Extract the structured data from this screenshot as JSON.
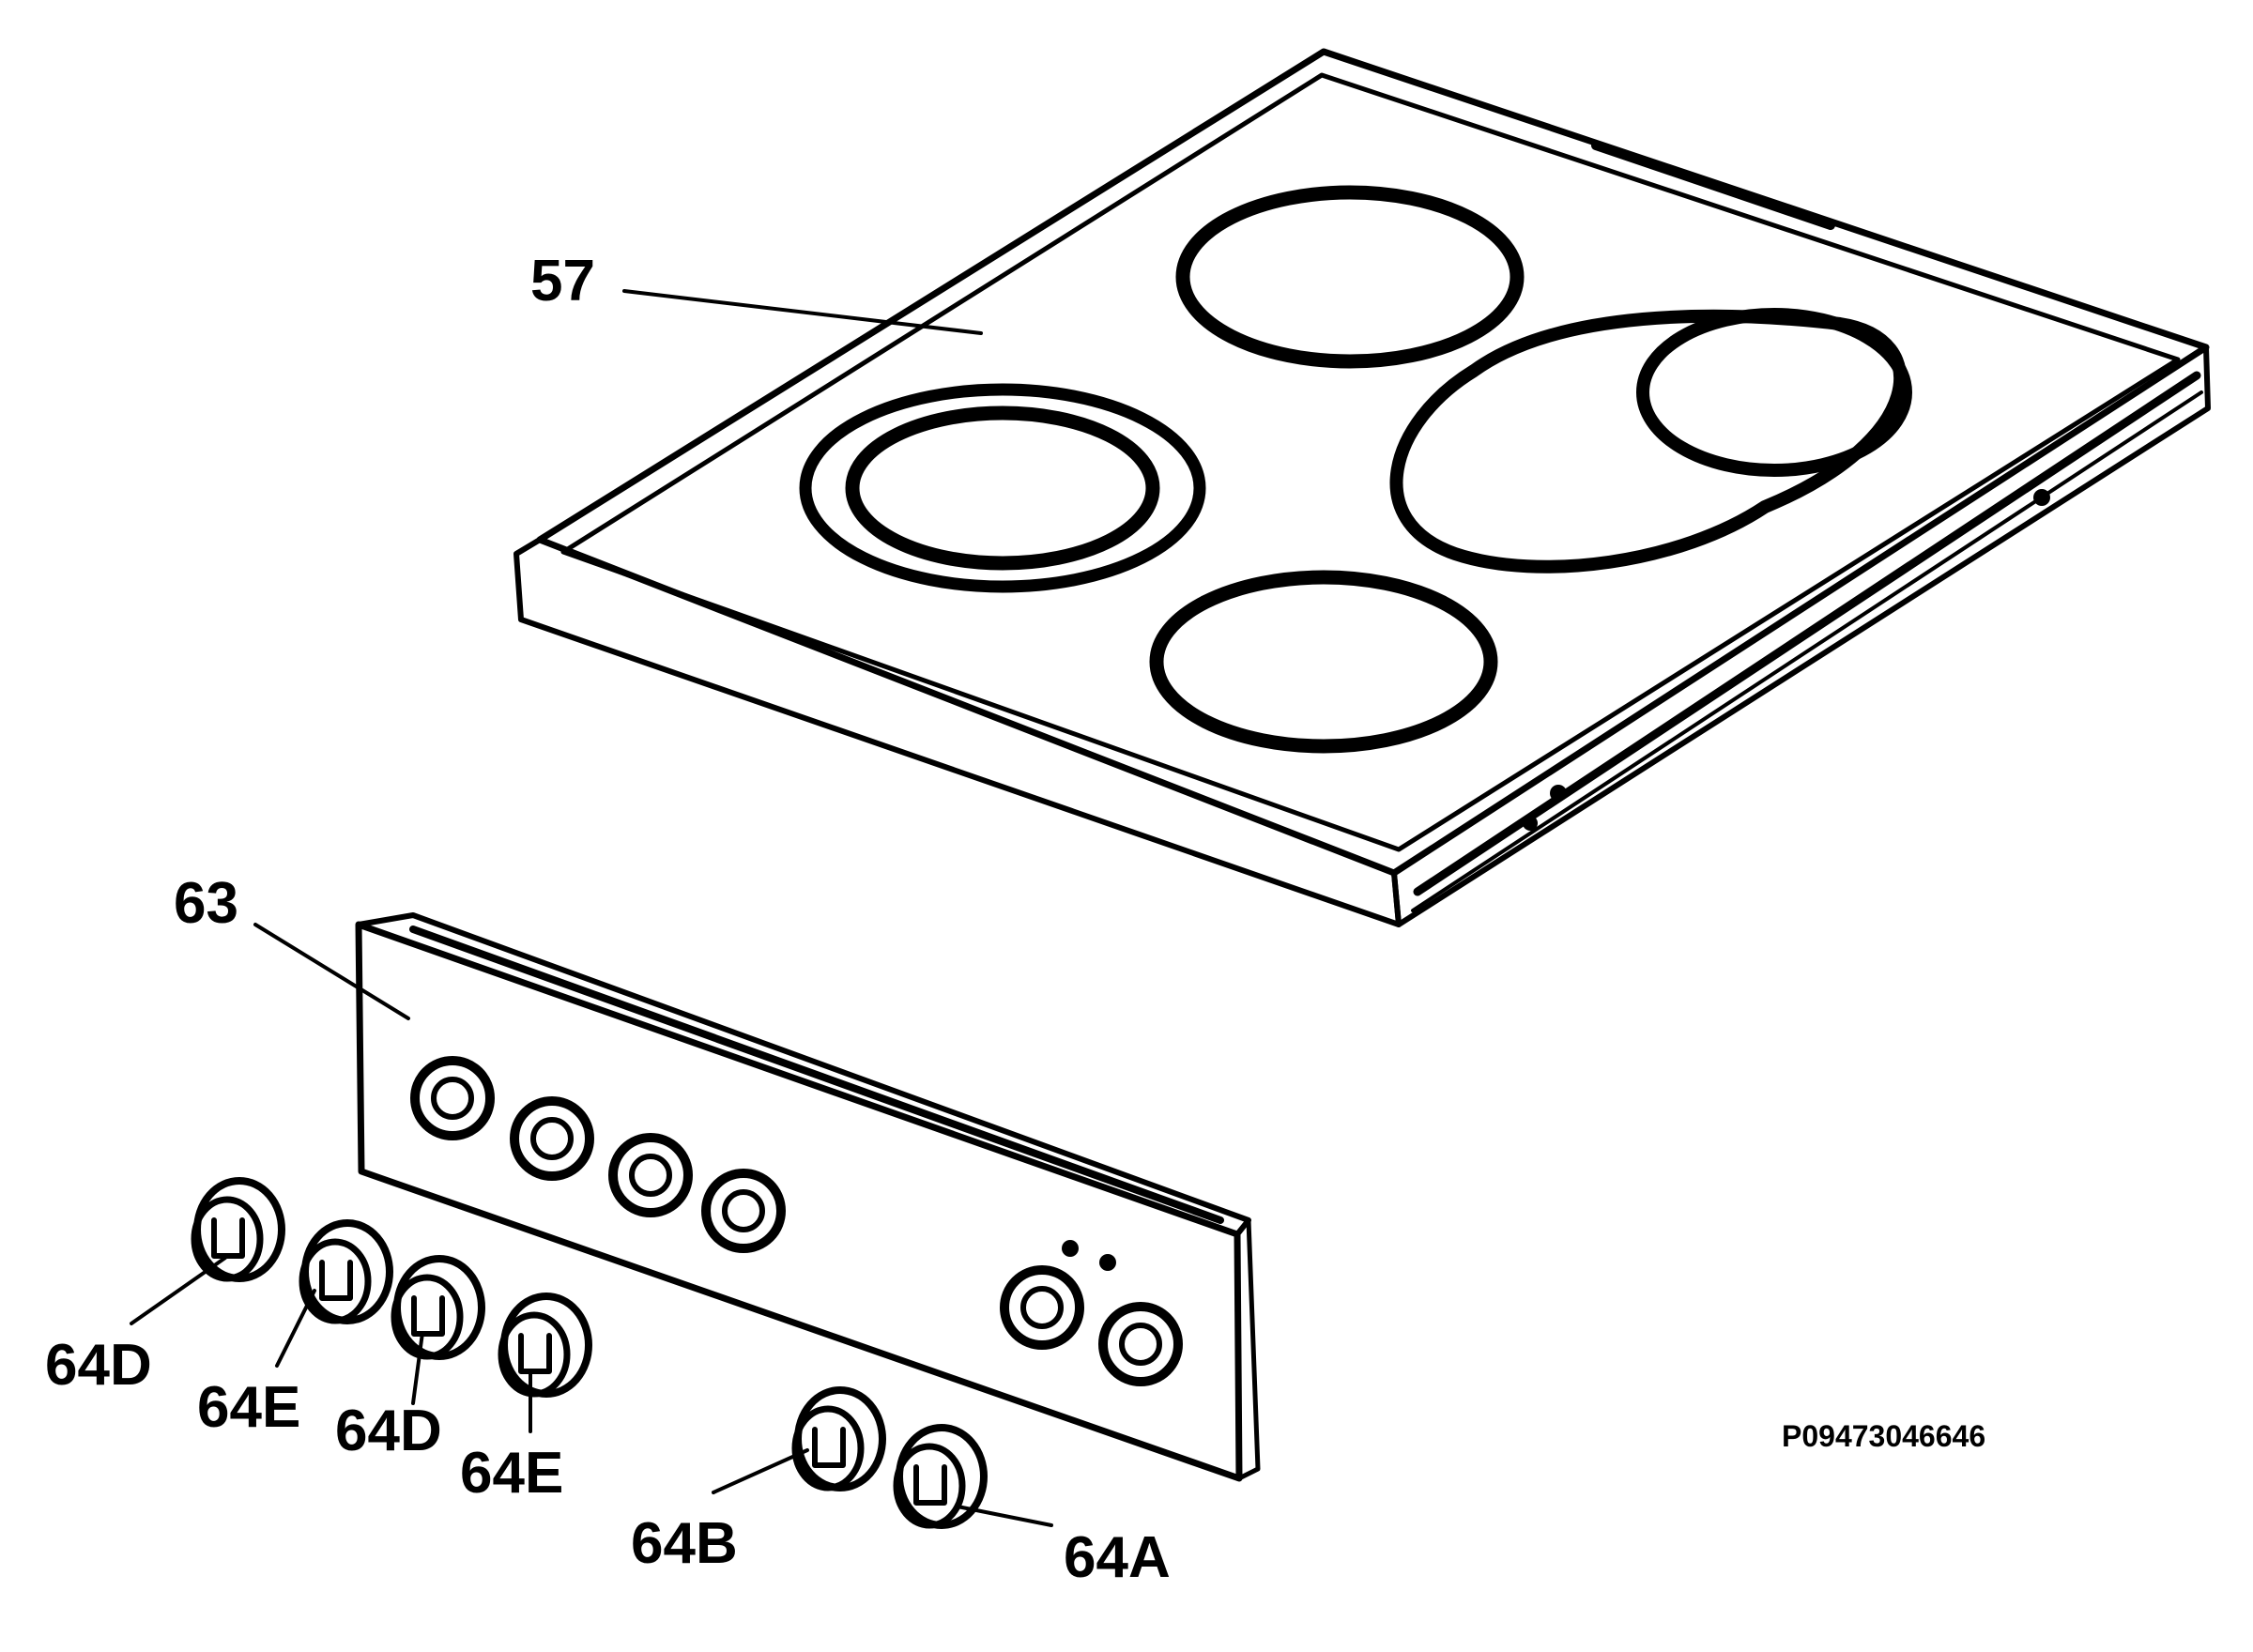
{
  "callouts": {
    "hob": "57",
    "panel": "63",
    "knob_d_1": "64D",
    "knob_e_1": "64E",
    "knob_d_2": "64D",
    "knob_e_2": "64E",
    "knob_b": "64B",
    "knob_a": "64A"
  },
  "drawing_code": "P09473046646",
  "colors": {
    "ink": "#000000",
    "paper": "#ffffff"
  }
}
